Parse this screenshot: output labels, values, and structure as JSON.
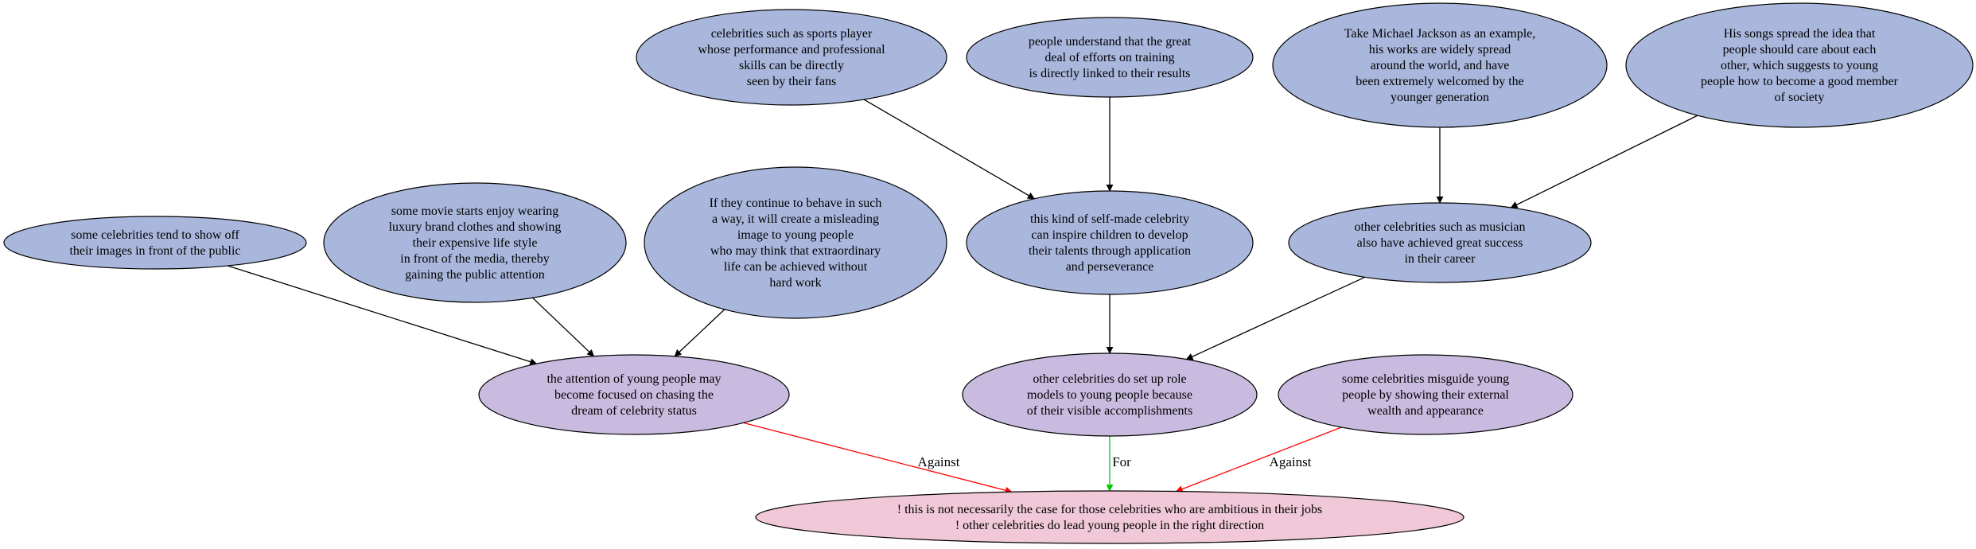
{
  "colors": {
    "premise": "#a9b7dc",
    "claim": "#c9bbdf",
    "conclusion": "#f0c8d8",
    "stroke": "#000000",
    "edge_default": "#000000",
    "edge_against": "#ff0000",
    "edge_for": "#00cc00"
  },
  "nodes": [
    {
      "id": "n_sports",
      "type": "premise",
      "lines": [
        "celebrities such as sports player",
        "whose performance and professional",
        "skills can be directly",
        "seen by their fans"
      ]
    },
    {
      "id": "n_efforts",
      "type": "premise",
      "lines": [
        "people understand that the great",
        "deal of efforts on training",
        "is directly linked to their results"
      ]
    },
    {
      "id": "n_mj",
      "type": "premise",
      "lines": [
        "Take Michael Jackson as an example,",
        "his works are widely spread",
        "around the world, and have",
        "been extremely welcomed by the",
        "younger generation"
      ]
    },
    {
      "id": "n_songs",
      "type": "premise",
      "lines": [
        "His songs spread the idea that",
        "people should care about each",
        "other, which suggests to young",
        "people how to become a good member",
        "of society"
      ]
    },
    {
      "id": "n_showoff",
      "type": "premise",
      "lines": [
        "some celebrities tend to show off",
        "their images in front of the public"
      ]
    },
    {
      "id": "n_movie",
      "type": "premise",
      "lines": [
        "some movie starts enjoy wearing",
        "luxury brand clothes and showing",
        "their expensive life style",
        "in front of the media, thereby",
        "gaining the public attention"
      ]
    },
    {
      "id": "n_misleading",
      "type": "premise",
      "lines": [
        "If they continue to behave in such",
        "a way, it will create a misleading",
        "image to young people",
        "who may think that extraordinary",
        "life can be achieved without",
        "hard work"
      ]
    },
    {
      "id": "n_selfmade",
      "type": "premise",
      "lines": [
        "this kind of self-made celebrity",
        "can inspire children to develop",
        "their talents through application",
        "and perseverance"
      ]
    },
    {
      "id": "n_musician",
      "type": "premise",
      "lines": [
        "other celebrities such as musician",
        "also have achieved great success",
        "in their career"
      ]
    },
    {
      "id": "n_attention",
      "type": "claim",
      "lines": [
        "the attention of young people may",
        "become focused on chasing the",
        "dream of celebrity status"
      ]
    },
    {
      "id": "n_rolemodels",
      "type": "claim",
      "lines": [
        "other celebrities do set up role",
        "models to young people because",
        "of their visible accomplishments"
      ]
    },
    {
      "id": "n_misguide",
      "type": "claim",
      "lines": [
        "some celebrities misguide young",
        "people by showing their external",
        "wealth and appearance"
      ]
    },
    {
      "id": "n_conclusion",
      "type": "conclusion",
      "lines": [
        "! this is not necessarily the case for those celebrities who are ambitious in their jobs",
        "! other celebrities do lead young people in the right direction"
      ]
    }
  ],
  "edges": [
    {
      "from": "n_sports",
      "to": "n_selfmade",
      "kind": "default",
      "label": ""
    },
    {
      "from": "n_efforts",
      "to": "n_selfmade",
      "kind": "default",
      "label": ""
    },
    {
      "from": "n_mj",
      "to": "n_musician",
      "kind": "default",
      "label": ""
    },
    {
      "from": "n_songs",
      "to": "n_musician",
      "kind": "default",
      "label": ""
    },
    {
      "from": "n_showoff",
      "to": "n_attention",
      "kind": "default",
      "label": ""
    },
    {
      "from": "n_movie",
      "to": "n_attention",
      "kind": "default",
      "label": ""
    },
    {
      "from": "n_misleading",
      "to": "n_attention",
      "kind": "default",
      "label": ""
    },
    {
      "from": "n_selfmade",
      "to": "n_rolemodels",
      "kind": "default",
      "label": ""
    },
    {
      "from": "n_musician",
      "to": "n_rolemodels",
      "kind": "default",
      "label": ""
    },
    {
      "from": "n_attention",
      "to": "n_conclusion",
      "kind": "against",
      "label": "Against"
    },
    {
      "from": "n_rolemodels",
      "to": "n_conclusion",
      "kind": "for",
      "label": "For"
    },
    {
      "from": "n_misguide",
      "to": "n_conclusion",
      "kind": "against",
      "label": "Against"
    }
  ]
}
